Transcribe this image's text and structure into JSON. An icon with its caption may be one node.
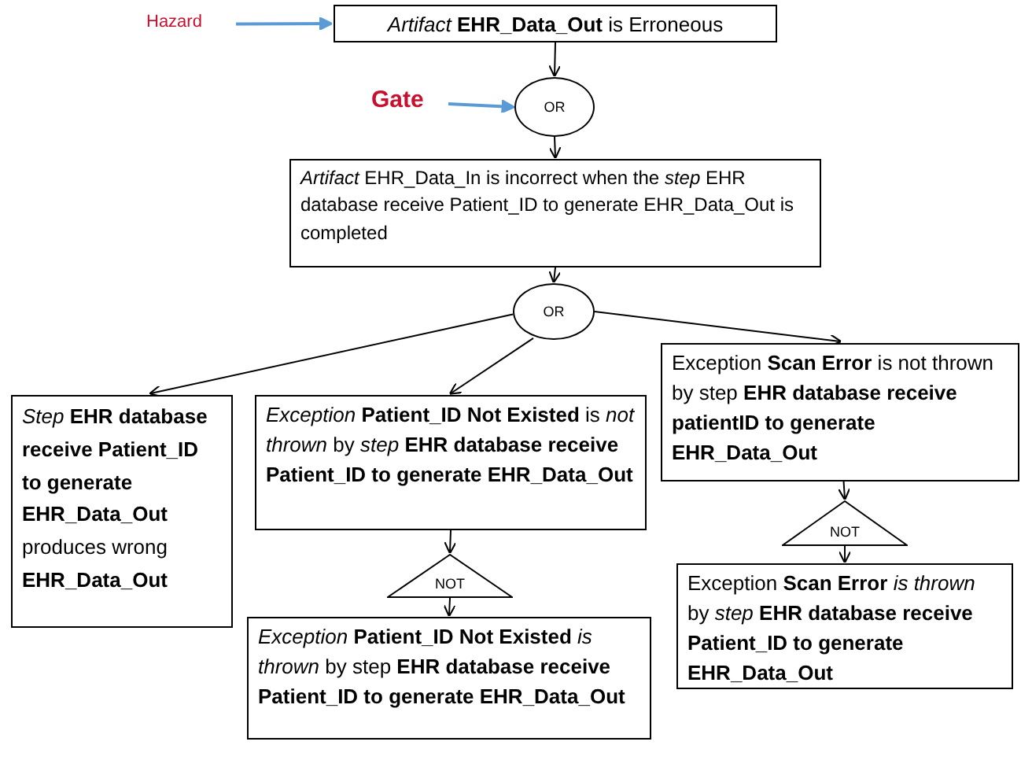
{
  "diagram": {
    "nodes": [
      {
        "text": [
          "Hazard"
        ]
      },
      {
        "text": [
          "*Artifact* **EHR_Data_Out** is Erroneous"
        ]
      },
      {
        "text": [
          "Gate"
        ]
      },
      {
        "text": [
          "OR"
        ]
      },
      {
        "text": [
          "*Artifact* EHR_Data_In is incorrect when the *step* EHR database receive Patient_ID to generate EHR_Data_Out is completed"
        ]
      },
      {
        "text": [
          "OR"
        ]
      },
      {
        "text": [
          "*Step* **EHR database receive Patient_ID to generate EHR_Data_Out** produces wrong **EHR_Data_Out**"
        ]
      },
      {
        "text": [
          "*Exception* **Patient_ID Not Existed** is *not thrown* by *step* **EHR database receive Patient_ID to generate EHR_Data_Out**"
        ]
      },
      {
        "text": [
          "Exception **Scan Error** is not thrown by step **EHR database receive patientID to generate EHR_Data_Out**"
        ]
      },
      {
        "text": [
          "NOT"
        ]
      },
      {
        "text": [
          "*Exception* **Patient_ID Not Existed** *is thrown* by step **EHR database receive Patient_ID to generate EHR_Data_Out**"
        ]
      },
      {
        "text": [
          "NOT"
        ]
      },
      {
        "text": [
          "Exception **Scan Error** *is thrown* by *step* **EHR database receive Patient_ID to generate EHR_Data_Out**"
        ]
      }
    ],
    "edges": [
      {
        "from": 0,
        "to": 1,
        "arrow": "to",
        "color": "#5b9bd5"
      },
      {
        "from": 2,
        "to": 3,
        "arrow": "to",
        "color": "#5b9bd5"
      },
      {
        "from": 1,
        "to": 3,
        "arrow": "to"
      },
      {
        "from": 3,
        "to": 4,
        "arrow": "to"
      },
      {
        "from": 4,
        "to": 5,
        "arrow": "to"
      },
      {
        "from": 5,
        "to": 6,
        "arrow": "to"
      },
      {
        "from": 5,
        "to": 7,
        "arrow": "to"
      },
      {
        "from": 5,
        "to": 8,
        "arrow": "to"
      },
      {
        "from": 7,
        "to": 9,
        "arrow": "to"
      },
      {
        "from": 9,
        "to": 10,
        "arrow": "to"
      },
      {
        "from": 8,
        "to": 11,
        "arrow": "to"
      },
      {
        "from": 11,
        "to": 12,
        "arrow": "to"
      }
    ]
  }
}
